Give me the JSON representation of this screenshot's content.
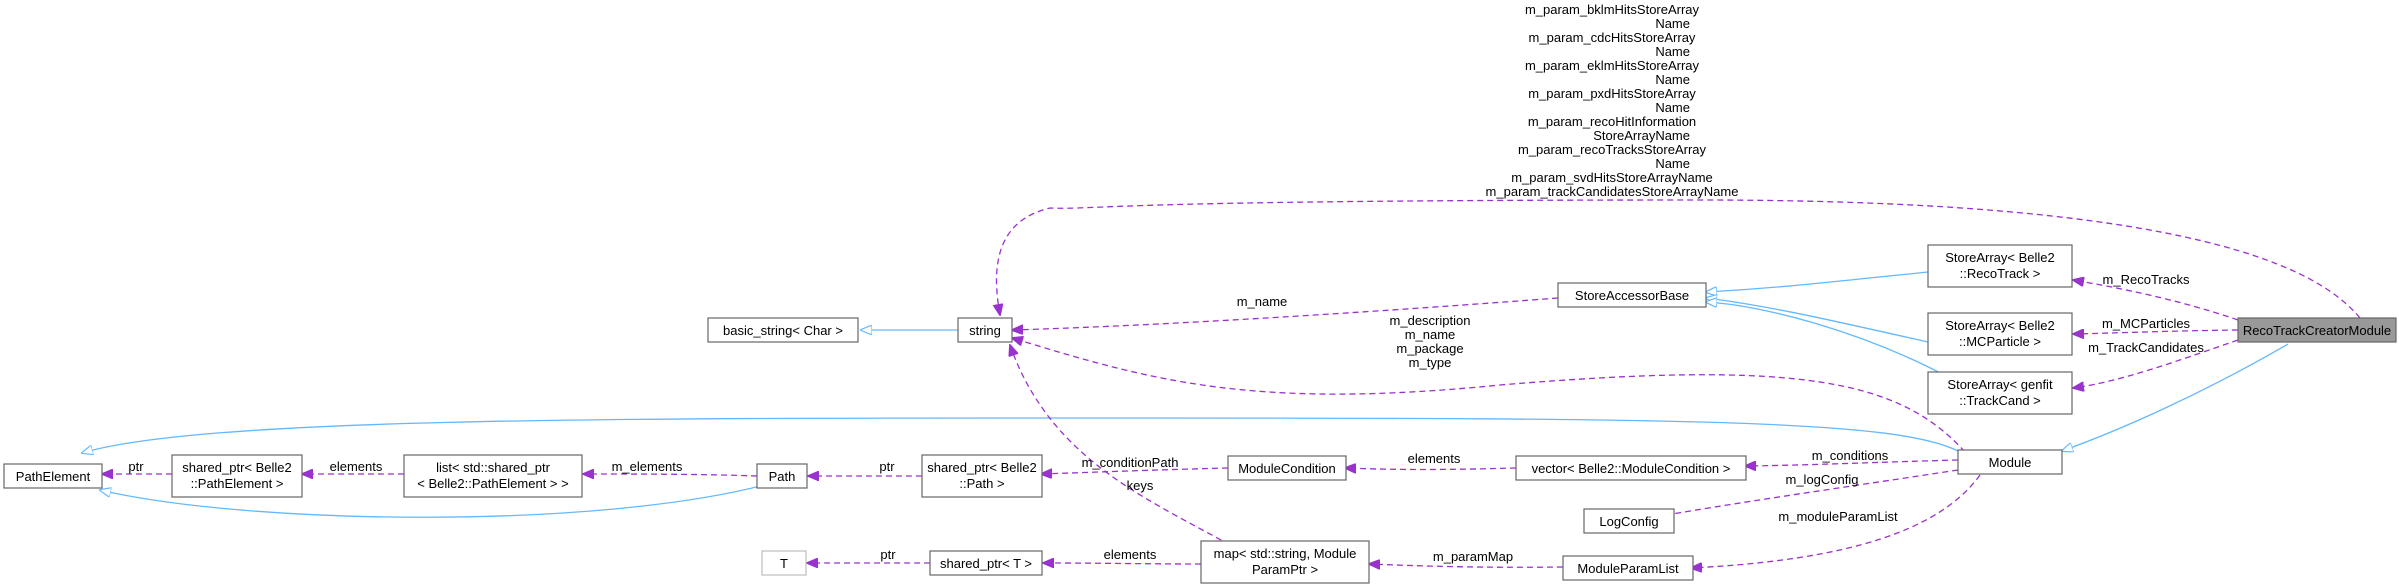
{
  "nodes": {
    "reco_track_creator_module": "RecoTrackCreatorModule",
    "store_array_recotrack": [
      "StoreArray< Belle2",
      "::RecoTrack >"
    ],
    "store_array_mcparticle": [
      "StoreArray< Belle2",
      "::MCParticle >"
    ],
    "store_array_trackcand": [
      "StoreArray< genfit",
      "::TrackCand >"
    ],
    "store_accessor_base": "StoreAccessorBase",
    "string": "string",
    "basic_string": "basic_string< Char >",
    "module": "Module",
    "vector_module_condition": "vector< Belle2::ModuleCondition >",
    "log_config": "LogConfig",
    "module_param_list": "ModuleParamList",
    "module_condition": "ModuleCondition",
    "shared_ptr_path": [
      "shared_ptr< Belle2",
      "::Path >"
    ],
    "path": "Path",
    "list_shared_ptr": [
      "list< std::shared_ptr",
      "< Belle2::PathElement > >"
    ],
    "shared_ptr_pathelement": [
      "shared_ptr< Belle2",
      "::PathElement >"
    ],
    "path_element": "PathElement",
    "map_string": [
      "map< std::string, Module",
      "ParamPtr >"
    ],
    "shared_ptr_t": "shared_ptr< T >",
    "t": "T"
  },
  "edge_labels": {
    "top_params": [
      "m_param_bklmHitsStoreArray",
      "Name",
      "m_param_cdcHitsStoreArray",
      "Name",
      "m_param_eklmHitsStoreArray",
      "Name",
      "m_param_pxdHitsStoreArray",
      "Name",
      "m_param_recoHitInformation",
      "StoreArrayName",
      "m_param_recoTracksStoreArray",
      "Name",
      "m_param_svdHitsStoreArrayName",
      "m_param_trackCandidatesStoreArrayName"
    ],
    "m_name": "m_name",
    "module_strings": [
      "m_description",
      "m_name",
      "m_package",
      "m_type"
    ],
    "m_reco_tracks": "m_RecoTracks",
    "m_mc_particles": "m_MCParticles",
    "m_track_candidates": "m_TrackCandidates",
    "m_conditions": "m_conditions",
    "m_log_config": "m_logConfig",
    "m_module_param_list": "m_moduleParamList",
    "elements_conditions": "elements",
    "m_condition_path": "m_conditionPath",
    "ptr_path": "ptr",
    "m_elements": "m_elements",
    "elements_list": "elements",
    "ptr_pathelement": "ptr",
    "m_param_map": "m_paramMap",
    "elements_map": "elements",
    "ptr_t": "ptr",
    "keys": "keys"
  },
  "colors": {
    "inheritance": "#63b8ff",
    "usage": "#9a32cd",
    "highlight_fill": "#999999"
  }
}
